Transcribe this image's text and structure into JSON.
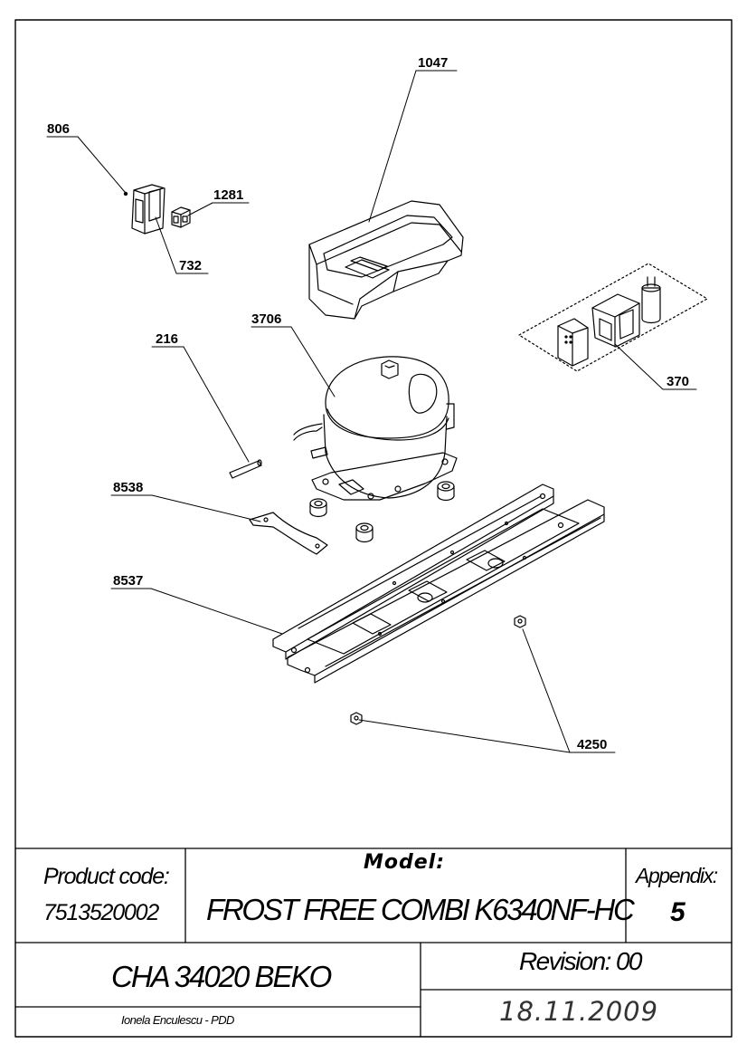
{
  "callouts": {
    "c1047": "1047",
    "c806": "806",
    "c1281": "1281",
    "c732": "732",
    "c3706": "3706",
    "c216": "216",
    "c370": "370",
    "c8538": "8538",
    "c8537": "8537",
    "c4250": "4250"
  },
  "title_block": {
    "product_code_label": "Product code:",
    "product_code": "7513520002",
    "model_label": "Model:",
    "model": "FROST FREE COMBI K6340NF-HC",
    "appendix_label": "Appendix:",
    "appendix": "5",
    "drawing_name": "CHA 34020 BEKO",
    "revision": "Revision: 00",
    "author": "Ionela Enculescu - PDD",
    "date": "18.11.2009"
  }
}
